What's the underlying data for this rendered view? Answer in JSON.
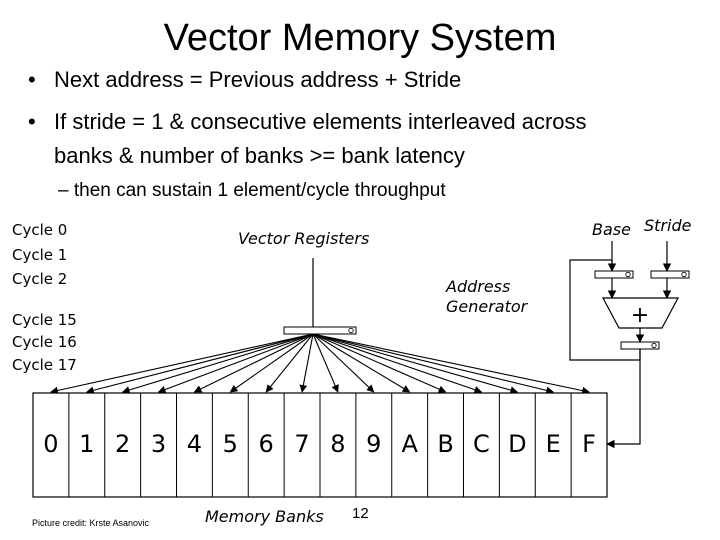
{
  "slide": {
    "title": "Vector Memory System",
    "bullets": [
      "Next address = Previous address + Stride",
      "If stride = 1 & consecutive elements interleaved across",
      "banks & number of banks >= bank latency"
    ],
    "sub_bullet_dash": "–",
    "sub_bullet": "then can sustain 1 element/cycle throughput",
    "bullet_symbol": "•"
  },
  "diagram": {
    "cycles_top": [
      "Cycle 0",
      "Cycle 1",
      "Cycle 2"
    ],
    "cycles_bottom": [
      "Cycle 15",
      "Cycle 16",
      "Cycle 17"
    ],
    "vector_registers_label": "Vector Registers",
    "address_generator_label": [
      "Address",
      "Generator"
    ],
    "base_label": "Base",
    "stride_label": "Stride",
    "adder_symbol": "+",
    "banks": [
      "0",
      "1",
      "2",
      "3",
      "4",
      "5",
      "6",
      "7",
      "8",
      "9",
      "A",
      "B",
      "C",
      "D",
      "E",
      "F"
    ],
    "memory_banks_label": "Memory Banks",
    "line_color": "#000000"
  },
  "footer": {
    "credit": "Picture credit: Krste Asanovic",
    "page_number": "12"
  }
}
